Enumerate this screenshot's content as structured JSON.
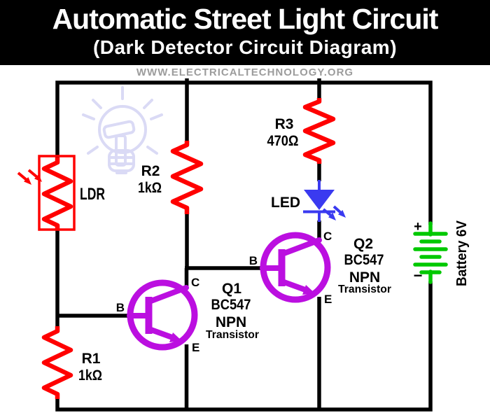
{
  "header": {
    "title": "Automatic Street Light Circuit",
    "subtitle": "(Dark Detector Circuit Diagram)",
    "watermark": "WWW.ELECTRICALTECHNOLOGY.ORG"
  },
  "circuit": {
    "ldr": {
      "label": "LDR"
    },
    "r1": {
      "designator": "R1",
      "value": "1kΩ"
    },
    "r2": {
      "designator": "R2",
      "value": "1kΩ"
    },
    "r3": {
      "designator": "R3",
      "value": "470Ω"
    },
    "led": {
      "label": "LED"
    },
    "q1": {
      "designator": "Q1",
      "part_number": "BC547",
      "polarity": "NPN",
      "device": "Transistor",
      "pins": {
        "base": "B",
        "collector": "C",
        "emitter": "E"
      }
    },
    "q2": {
      "designator": "Q2",
      "part_number": "BC547",
      "polarity": "NPN",
      "device": "Transistor",
      "pins": {
        "base": "B",
        "collector": "C",
        "emitter": "E"
      }
    },
    "battery": {
      "label": "Battery 6V",
      "positive": "+",
      "negative": "−"
    }
  },
  "colors": {
    "banner_bg": "#000000",
    "title_text": "#ffffff",
    "watermark_gray": "#9c9c9c",
    "wire_black": "#000000",
    "resistor_red": "#ff0000",
    "transistor_magenta": "#bb0fe0",
    "led_blue": "#3a3af0",
    "battery_green": "#00c800",
    "bulb_lavender": "#dadaf5"
  }
}
